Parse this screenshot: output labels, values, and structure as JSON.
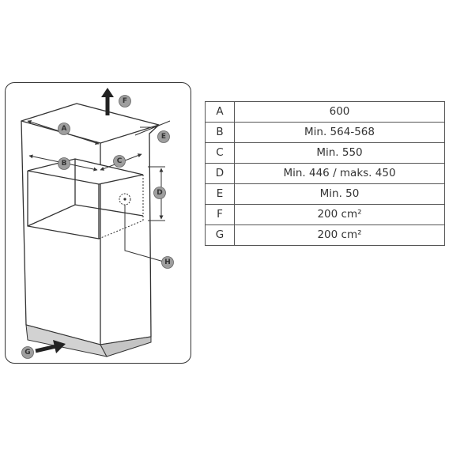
{
  "diagram": {
    "labels": {
      "a": "A",
      "b": "B",
      "c": "C",
      "d": "D",
      "e": "E",
      "f": "F",
      "g": "G",
      "h": "H"
    }
  },
  "table": {
    "rows": [
      {
        "key": "A",
        "value": "600"
      },
      {
        "key": "B",
        "value": "Min. 564-568"
      },
      {
        "key": "C",
        "value": "Min. 550"
      },
      {
        "key": "D",
        "value": "Min. 446 / maks. 450"
      },
      {
        "key": "E",
        "value": "Min. 50"
      },
      {
        "key": "F",
        "value": "200 cm²"
      },
      {
        "key": "G",
        "value": "200 cm²"
      }
    ]
  },
  "colors": {
    "line": "#333333",
    "badge": "#9e9e9e",
    "plinth": "#d2d2d2"
  }
}
